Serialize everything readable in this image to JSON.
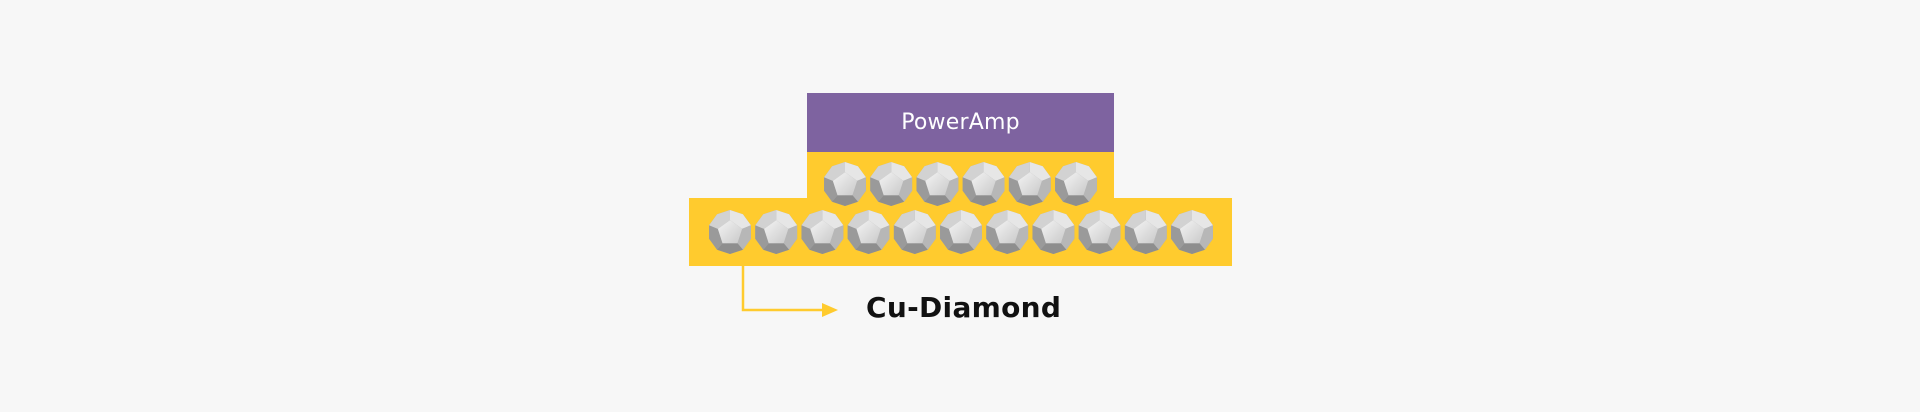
{
  "diagram": {
    "chip_label": "PowerAmp",
    "substrate_label": "Cu-Diamond",
    "colors": {
      "background": "#f7f7f7",
      "chip": "#7e63a0",
      "substrate": "#ffcb2e",
      "arrow": "#ffcb2e",
      "label_text": "#111111",
      "chip_text": "#ffffff"
    },
    "particles": {
      "top_row_count": 6,
      "bottom_row_count": 11,
      "icon": "diamond-gem-icon"
    }
  }
}
